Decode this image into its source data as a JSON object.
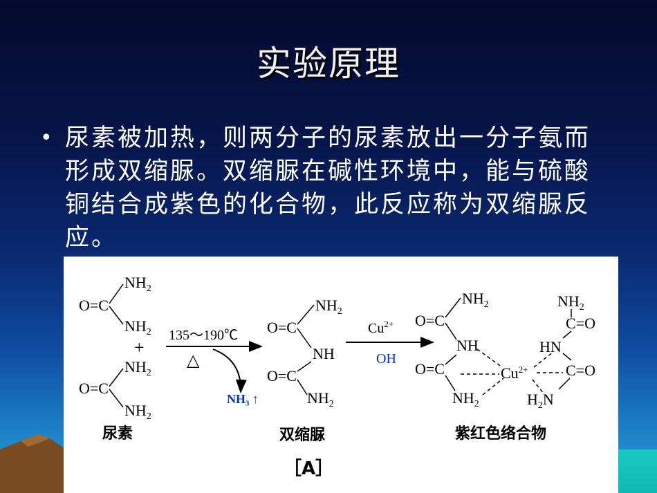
{
  "slide": {
    "title": "实验原理",
    "bullet": "尿素被加热，则两分子的尿素放出一分子氨而形成双缩脲。双缩脲在碱性环境中，能与硫酸铜结合成紫色的化合物，此反应称为双缩脲反应。"
  },
  "figure": {
    "labels": {
      "urea": "尿素",
      "biuret": "双缩脲",
      "complex": "紫红色络合物",
      "caption": "［A］"
    },
    "reaction": {
      "condition_temp": "135～190℃",
      "heat_symbol": "△",
      "byproduct": "NH₃ ↑",
      "reagent": "Cu²⁺",
      "base": "OH"
    },
    "colors": {
      "heat": "#e0001a",
      "ammonia": "#0033cc",
      "base": "#0033cc"
    }
  }
}
